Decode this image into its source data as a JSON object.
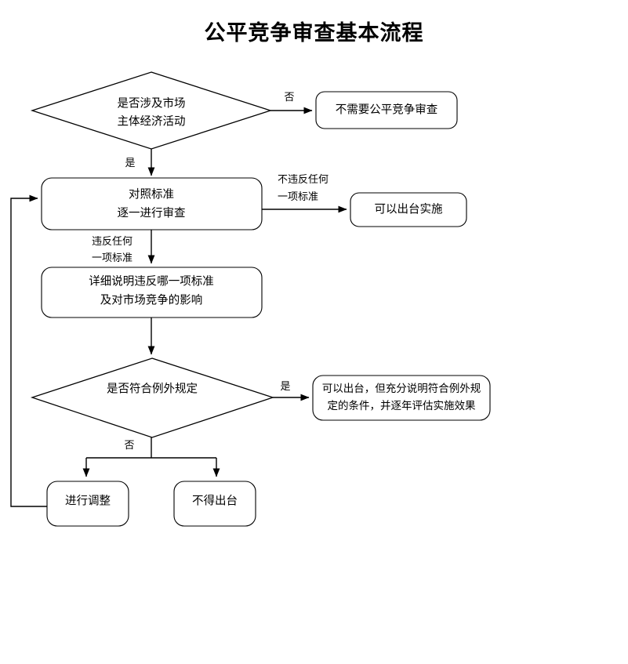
{
  "title": "公平竞争审查基本流程",
  "colors": {
    "background": "#ffffff",
    "stroke": "#000000",
    "text": "#000000"
  },
  "nodes": {
    "decision_market": {
      "shape": "diamond",
      "line1": "是否涉及市场",
      "line2": "主体经济活动"
    },
    "no_review_needed": {
      "shape": "rounded-rect",
      "line1": "不需要公平竞争审查"
    },
    "review_standards": {
      "shape": "rounded-rect",
      "line1": "对照标准",
      "line2": "逐一进行审查"
    },
    "can_implement": {
      "shape": "rounded-rect",
      "line1": "可以出台实施"
    },
    "explain_violation": {
      "shape": "rounded-rect",
      "line1": "详细说明违反哪一项标准",
      "line2": "及对市场竞争的影响"
    },
    "decision_exception": {
      "shape": "diamond",
      "line1": "是否符合例外规定"
    },
    "can_publish_with_conditions": {
      "shape": "rounded-rect",
      "line1": "可以出台，但充分说明符合例外规",
      "line2": "定的条件，并逐年评估实施效果"
    },
    "make_adjustment": {
      "shape": "rounded-rect",
      "line1": "进行调整"
    },
    "cannot_publish": {
      "shape": "rounded-rect",
      "line1": "不得出台"
    }
  },
  "edge_labels": {
    "market_no": "否",
    "market_yes": "是",
    "no_violation_l1": "不违反任何",
    "no_violation_l2": "一项标准",
    "violation_l1": "违反任何",
    "violation_l2": "一项标准",
    "exception_yes": "是",
    "exception_no": "否"
  }
}
